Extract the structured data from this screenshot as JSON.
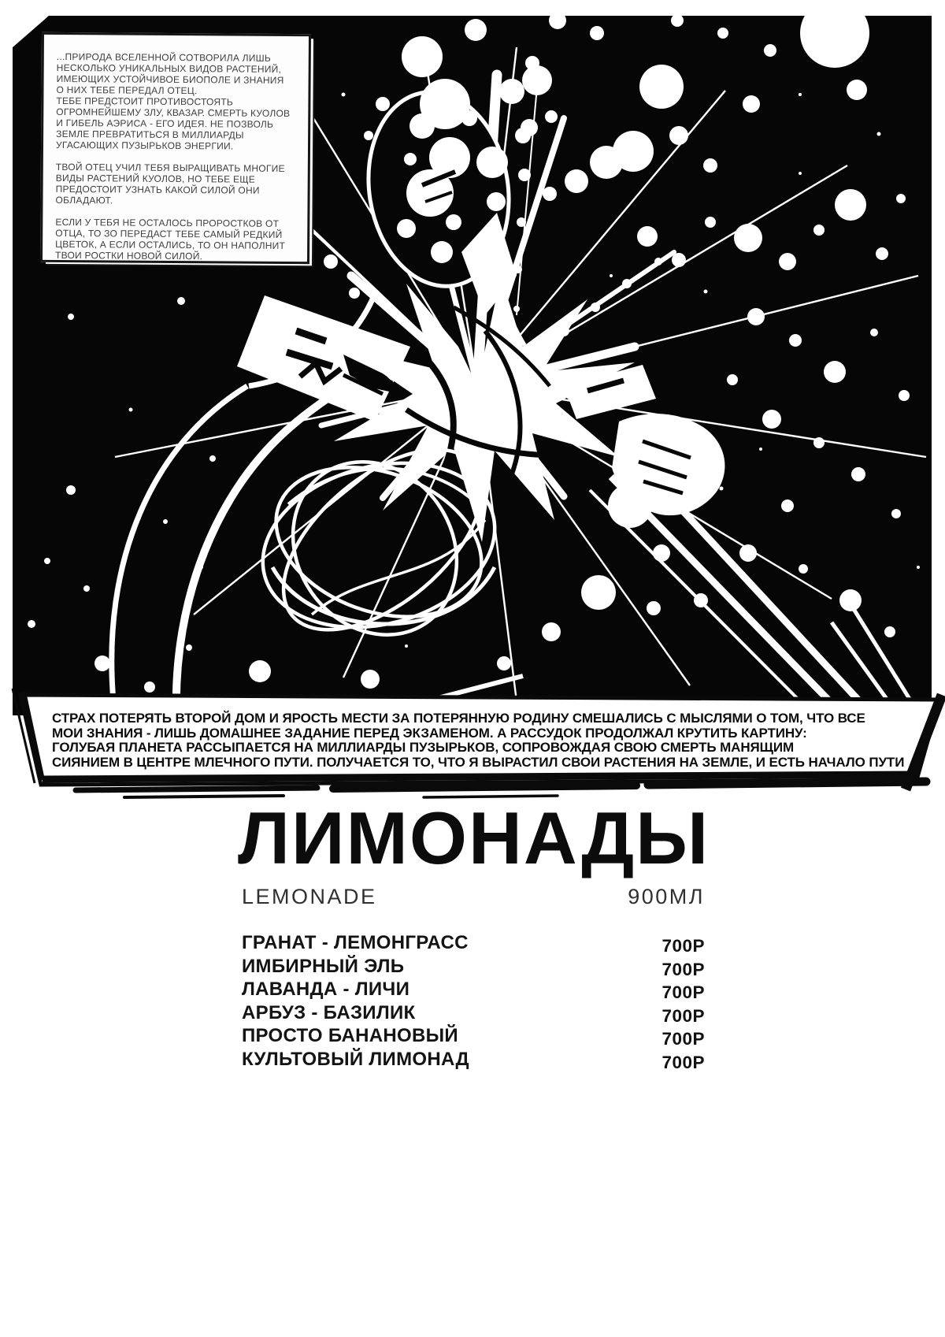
{
  "colors": {
    "ink": "#060606",
    "paper": "#ffffff",
    "speech_text": "#3e3e3e"
  },
  "panel": {
    "speech_box": {
      "paragraphs": [
        "...ПРИРОДА ВСЕЛЕННОЙ СОТВОРИЛА ЛИШЬ\nНЕСКОЛЬКО УНИКАЛЬНЫХ ВИДОВ РАСТЕНИЙ,\nИМЕЮЩИХ УСТОЙЧИВОЕ БИОПОЛЕ И ЗНАНИЯ\nО НИХ ТЕБЕ ПЕРЕДАЛ ОТЕЦ.\nТЕБЕ ПРЕДСТОИТ ПРОТИВОСТОЯТЬ\nОГРОМНЕЙШЕМУ ЗЛУ, КВАЗАР. СМЕРТЬ КУОЛОВ\nИ ГИБЕЛЬ АЭРИСА - ЕГО ИДЕЯ. НЕ ПОЗВОЛЬ\nЗЕМЛЕ ПРЕВРАТИТЬСЯ В МИЛЛИАРДЫ\nУГАСАЮЩИХ ПУЗЫРЬКОВ ЭНЕРГИИ.",
        "ТВОЙ ОТЕЦ УЧИЛ ТЕБЯ ВЫРАЩИВАТЬ МНОГИЕ\nВИДЫ РАСТЕНИЙ КУОЛОВ, НО ТЕБЕ ЕЩЕ\nПРЕДОСТОИТ УЗНАТЬ КАКОЙ СИЛОЙ ОНИ\nОБЛАДАЮТ.",
        "ЕСЛИ У ТЕБЯ НЕ ОСТАЛОСЬ ПРОРОСТКОВ ОТ\nОТЦА, ТО ЗО ПЕРЕДАСТ ТЕБЕ САМЫЙ РЕДКИЙ\nЦВЕТОК, А ЕСЛИ ОСТАЛИСЬ, ТО ОН НАПОЛНИТ\nТВОИ РОСТКИ НОВОЙ СИЛОЙ."
      ]
    },
    "caption": {
      "lines": [
        "СТРАХ ПОТЕРЯТЬ ВТОРОЙ ДОМ И ЯРОСТЬ МЕСТИ ЗА ПОТЕРЯННУЮ РОДИНУ СМЕШАЛИСЬ С МЫСЛЯМИ О ТОМ, ЧТО ВСЕ",
        "МОИ ЗНАНИЯ - ЛИШЬ ДОМАШНЕЕ ЗАДАНИЕ ПЕРЕД ЭКЗАМЕНОМ. А РАССУДОК ПРОДОЛЖАЛ КРУТИТЬ КАРТИНУ:",
        "ГОЛУБАЯ ПЛАНЕТА РАССЫПАЕТСЯ НА МИЛЛИАРДЫ ПУЗЫРЬКОВ, СОПРОВОЖДАЯ СВОЮ СМЕРТЬ МАНЯЩИМ",
        "СИЯНИЕМ В ЦЕНТРЕ МЛЕЧНОГО ПУТИ. ПОЛУЧАЕТСЯ ТО, ЧТО Я ВЫРАСТИЛ СВОИ РАСТЕНИЯ НА ЗЕМЛЕ, И ЕСТЬ НАЧАЛО ПУТИ"
      ]
    }
  },
  "menu": {
    "title": "ЛИМОНАДЫ",
    "subtitle": "LEMONADE",
    "volume": "900МЛ",
    "items": [
      {
        "name": "ГРАНАТ - ЛЕМОНГРАСС",
        "price": "700Р"
      },
      {
        "name": "ИМБИРНЫЙ ЭЛЬ",
        "price": "700Р"
      },
      {
        "name": "ЛАВАНДА - ЛИЧИ",
        "price": "700Р"
      },
      {
        "name": "АРБУЗ - БАЗИЛИК",
        "price": "700Р"
      },
      {
        "name": "ПРОСТО БАНАНОВЫЙ",
        "price": "700Р"
      },
      {
        "name": "КУЛЬТОВЫЙ ЛИМОНАД",
        "price": "700Р"
      }
    ]
  }
}
